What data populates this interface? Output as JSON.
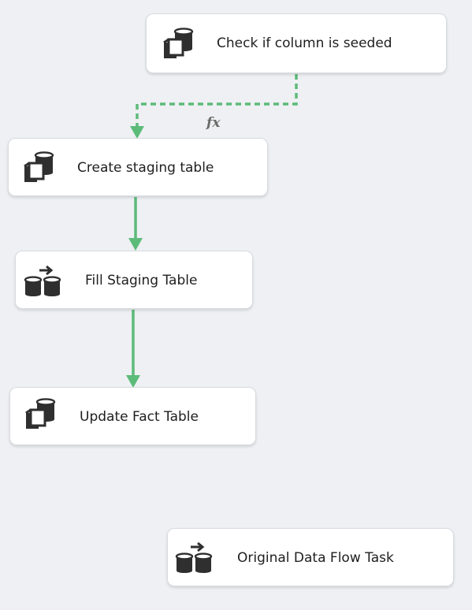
{
  "tasks": {
    "check_seeded": {
      "label": "Check if column is seeded",
      "icon": "execute-sql-icon"
    },
    "create_staging": {
      "label": "Create staging table",
      "icon": "execute-sql-icon"
    },
    "fill_staging": {
      "label": "Fill Staging Table",
      "icon": "data-flow-icon"
    },
    "update_fact": {
      "label": "Update Fact Table",
      "icon": "execute-sql-icon"
    },
    "original_data_flow": {
      "label": "Original Data Flow Task",
      "icon": "data-flow-icon"
    }
  },
  "connectors": {
    "expression_label": "fx",
    "success_color": "#5dbb7a"
  }
}
